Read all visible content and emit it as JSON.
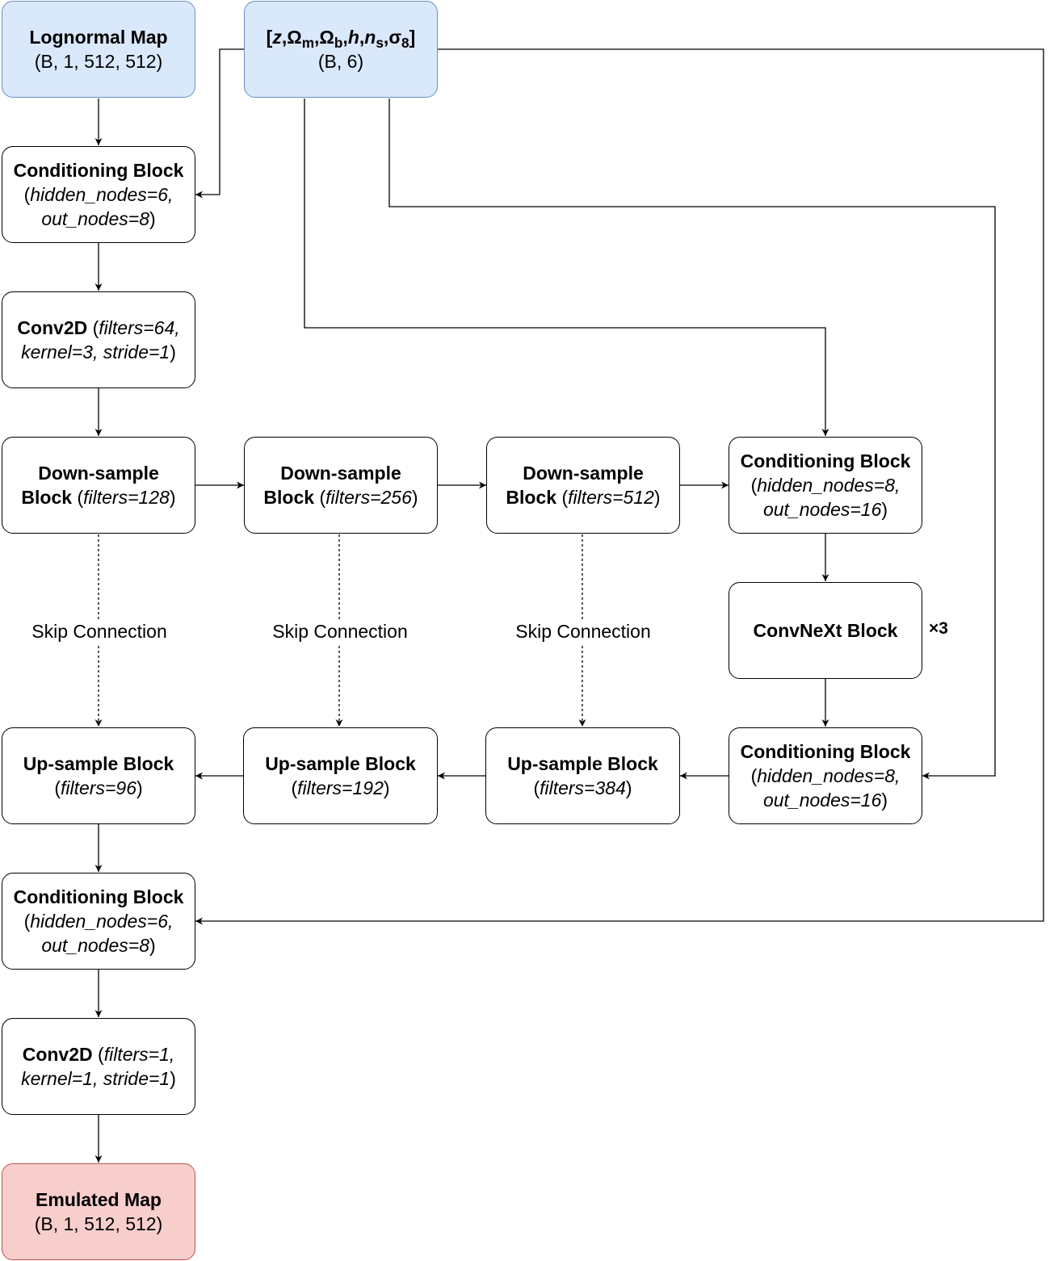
{
  "nodes": {
    "lognormal_map": {
      "title": "Lognormal Map",
      "shape": "(B, 1, 512, 512)"
    },
    "params": {
      "open_bracket": "[",
      "z": "z",
      "c1": ",",
      "omega_m": "Ω",
      "omega_m_sub": "m",
      "c2": ",",
      "omega_b": "Ω",
      "omega_b_sub": "b",
      "c3": ",",
      "h": "h",
      "c4": ",",
      "n_s": "n",
      "n_s_sub": "s",
      "c5": ",",
      "sigma_8": "σ",
      "sigma_8_sub": "8",
      "close_bracket": "]",
      "shape": "(B, 6)"
    },
    "cond_in": {
      "title": "Conditioning Block",
      "open": "(",
      "arg1": "hidden_nodes=6,",
      "arg2": "out_nodes=8",
      "close": ")"
    },
    "conv_in": {
      "title": "Conv2D",
      "open": " (",
      "arg1": "filters=64,",
      "arg2": "kernel=3, stride=1",
      "close": ")"
    },
    "down1": {
      "title_a": "Down-sample",
      "title_b": "Block",
      "open": " (",
      "arg": "filters=128",
      "close": ")"
    },
    "down2": {
      "title_a": "Down-sample",
      "title_b": "Block",
      "open": " (",
      "arg": "filters=256",
      "close": ")"
    },
    "down3": {
      "title_a": "Down-sample",
      "title_b": "Block",
      "open": " (",
      "arg": "filters=512",
      "close": ")"
    },
    "cond_mid_top": {
      "title": "Conditioning Block",
      "open": "(",
      "arg1": "hidden_nodes=8,",
      "arg2": "out_nodes=16",
      "close": ")"
    },
    "convnext": {
      "title": "ConvNeXt Block",
      "repeat": "×3"
    },
    "cond_mid_bot": {
      "title": "Conditioning Block",
      "open": "(",
      "arg1": "hidden_nodes=8,",
      "arg2": "out_nodes=16",
      "close": ")"
    },
    "up3": {
      "title": "Up-sample Block",
      "open": "(",
      "arg": "filters=384",
      "close": ")"
    },
    "up2": {
      "title": "Up-sample Block",
      "open": "(",
      "arg": "filters=192",
      "close": ")"
    },
    "up1": {
      "title": "Up-sample Block",
      "open": "(",
      "arg": "filters=96",
      "close": ")"
    },
    "cond_out": {
      "title": "Conditioning Block",
      "open": "(",
      "arg1": "hidden_nodes=6,",
      "arg2": "out_nodes=8",
      "close": ")"
    },
    "conv_out": {
      "title": "Conv2D",
      "open": " (",
      "arg1": "filters=1,",
      "arg2": "kernel=1, stride=1",
      "close": ")"
    },
    "emulated_map": {
      "title": "Emulated Map",
      "shape": "(B, 1, 512, 512)"
    }
  },
  "skip_labels": [
    "Skip Connection",
    "Skip Connection",
    "Skip Connection"
  ],
  "colors": {
    "input_fill": "#dae8fc",
    "input_stroke": "#6c8ebf",
    "output_fill": "#f8cecc",
    "output_stroke": "#b85450",
    "edge": "#000000"
  }
}
